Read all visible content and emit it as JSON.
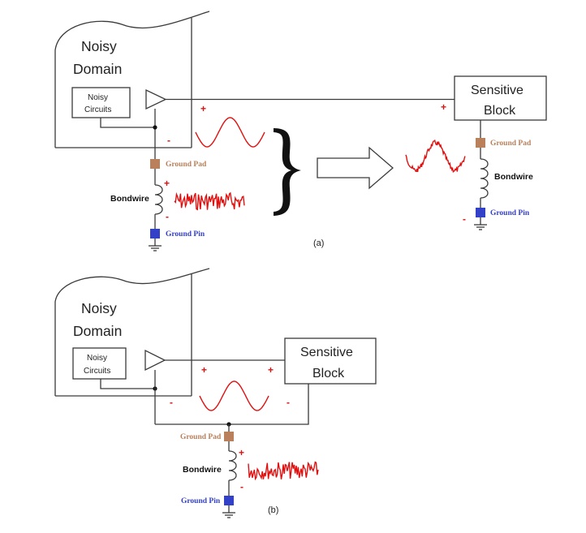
{
  "panel_a": {
    "domain_line1": "Noisy",
    "domain_line2": "Domain",
    "circuits_line1": "Noisy",
    "circuits_line2": "Circuits",
    "sensitive_line1": "Sensitive",
    "sensitive_line2": "Block",
    "ground_pad_left": "Ground Pad",
    "bondwire_left": "Bondwire",
    "ground_pin_left": "Ground Pin",
    "ground_pad_right": "Ground Pad",
    "bondwire_right": "Bondwire",
    "ground_pin_right": "Ground Pin",
    "plus": "+",
    "minus": "-",
    "caption": "(a)"
  },
  "panel_b": {
    "domain_line1": "Noisy",
    "domain_line2": "Domain",
    "circuits_line1": "Noisy",
    "circuits_line2": "Circuits",
    "sensitive_line1": "Sensitive",
    "sensitive_line2": "Block",
    "ground_pad": "Ground Pad",
    "bondwire": "Bondwire",
    "ground_pin": "Ground Pin",
    "plus": "+",
    "minus": "-",
    "caption": "(b)"
  },
  "colors": {
    "signal": "#e01010",
    "ground_pad": "#b9805b",
    "ground_pin": "#3340c8",
    "wire": "#3a3a3a"
  }
}
